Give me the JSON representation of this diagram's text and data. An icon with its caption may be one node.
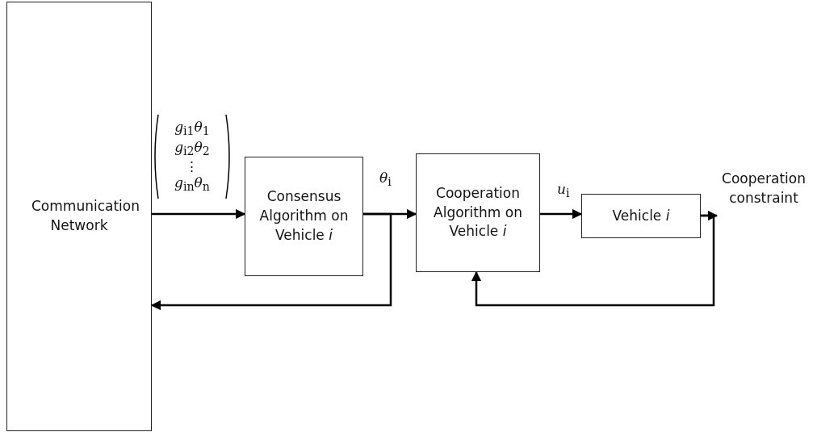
{
  "diagram": {
    "nodes": [
      {
        "text": [
          "Communication Network"
        ]
      },
      {
        "text": [
          "Consensus Algorithm on Vehicle *i*"
        ]
      },
      {
        "text": [
          "Cooperation Algorithm on Vehicle *i*"
        ]
      },
      {
        "text": [
          "Vehicle *i*"
        ]
      },
      {
        "text": [
          "Cooperation constraint"
        ]
      }
    ],
    "edges": [
      {
        "from": 0,
        "to": 1,
        "arrow": "to",
        "label": "*g*$_{i1}$*θ*$_{1}$ *g*$_{i2}$*θ*$_{2}$ ⋮ *g*$_{in}$*θ*$_{n}$"
      },
      {
        "from": 1,
        "to": 2,
        "arrow": "to",
        "label": "*θ*$_{i}$"
      },
      {
        "from": 1,
        "to": 0,
        "arrow": "to"
      },
      {
        "from": 2,
        "to": 3,
        "arrow": "to",
        "label": "*u*$_{i}$"
      },
      {
        "from": 3,
        "to": 4,
        "arrow": "to"
      },
      {
        "from": 3,
        "to": 2,
        "arrow": "to"
      }
    ]
  }
}
